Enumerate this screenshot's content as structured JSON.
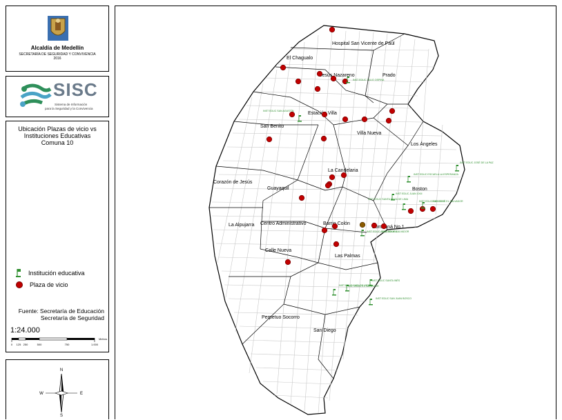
{
  "header": {
    "org_name": "Alcaldía de Medellín",
    "org_sub1": "SECRETARÍA DE SEGURIDAD Y CONVIVENCIA",
    "org_sub2": "2016"
  },
  "logo": {
    "name": "SISC",
    "line1": "Sistema de Información",
    "line2": "para la Seguridad y la Convivencia"
  },
  "info": {
    "title_lines": [
      "Ubicación Plazas de vicio vs",
      "Instituciones Educativas",
      "Comuna 10"
    ],
    "legend": [
      {
        "icon": "flag-icon",
        "label": "Institución educativa",
        "color": "#2f8f2f"
      },
      {
        "icon": "dot-icon",
        "label": "Plaza de vicio",
        "color": "#c00000"
      }
    ],
    "source_lines": [
      "Fuente: Secretaría de Educación",
      "Secretaría de Seguridad"
    ],
    "scale": "1:24.000",
    "scale_ticks": [
      "0",
      "125",
      "250",
      "500",
      "750",
      "1.000"
    ],
    "scale_unit": "Metros"
  },
  "compass": {
    "n": "N",
    "s": "S",
    "e": "E",
    "w": "W"
  },
  "map": {
    "neighborhoods": [
      "Hospital San Vicente de Paúl",
      "El Chagualo",
      "Jesús Nazareno",
      "Prado",
      "Estación Villa",
      "San Benito",
      "Villa Nueva",
      "Los Ángeles",
      "La Candelaria",
      "Corazón de Jesús",
      "Guayaquil",
      "Boston",
      "Centro Administrativo",
      "La Alpujarra",
      "Bomboná No.1",
      "Barrio Colón",
      "Calle Nueva",
      "Las Palmas",
      "Perpetuo Socorro",
      "San Diego"
    ],
    "schools": [
      "INST EDUC TULIO OSPINA",
      "INST EDUC SAN AGUSTÍN",
      "INST EDUC JOSÉ DE LA PAZ",
      "INST EDUC ESCUELA LA ESPERANZA",
      "INST EDUC JUAN XXIII",
      "INST EDUC SANTA ROSA DE LIMA",
      "INST EDUC SAN JOSÉ",
      "INST EDUC EL SALVADOR",
      "INST EDUC AUXILIADORA",
      "INST EDUC SALVADOR",
      "INST EDUC SANTA INÉS",
      "INST EDUC CARLOS VIECO",
      "INST EDUC EL SALVADOR",
      "INST EDUC SAN JUAN BOSCO"
    ]
  }
}
